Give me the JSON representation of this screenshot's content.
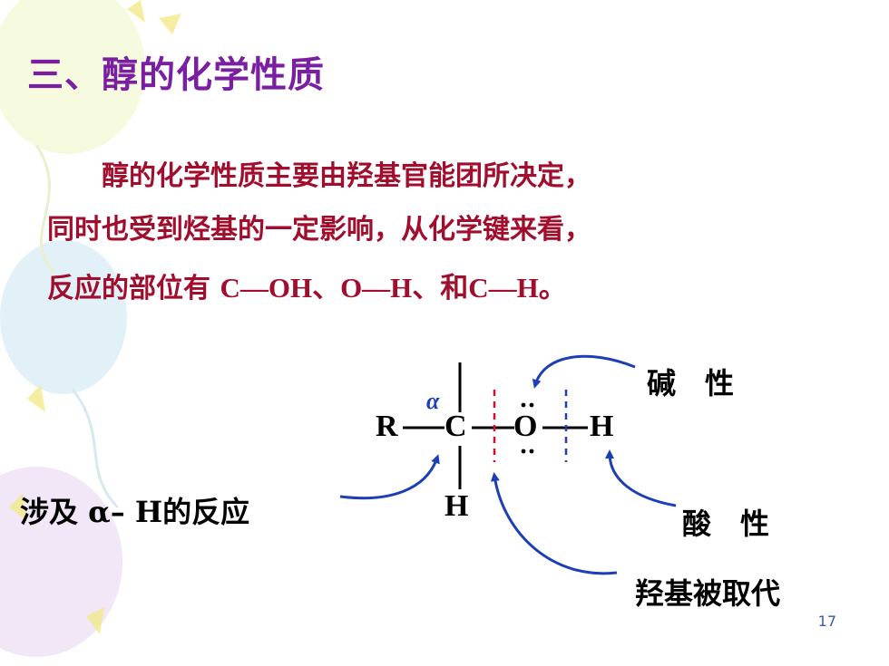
{
  "slide": {
    "title": "三、醇的化学性质",
    "paragraph": {
      "line1": "　　醇的化学性质主要由羟基官能团所决定，",
      "line2": "同时也受到烃基的一定影响，从化学键来看，",
      "line3_prefix": "反应的部位有 ",
      "line3_bonds": "C—OH、O—H、和C—H。"
    },
    "diagram": {
      "atoms": {
        "r": "R",
        "c": "C",
        "o": "O",
        "h_right": "H",
        "h_bottom": "H",
        "alpha": "α"
      },
      "labels": {
        "basic": "碱　性",
        "acidic": "酸　性",
        "substitution": "羟基被取代",
        "alpha_h_reaction": "涉及 α– H的反应"
      }
    },
    "page_number": "17"
  },
  "colors": {
    "title": "#7b1fa2",
    "paragraph": "#a10d2d",
    "arrow": "#1c3fb5",
    "dash_red": "#d0102a",
    "dash_blue": "#1c3fb5",
    "page_number": "#3a5aa8"
  }
}
